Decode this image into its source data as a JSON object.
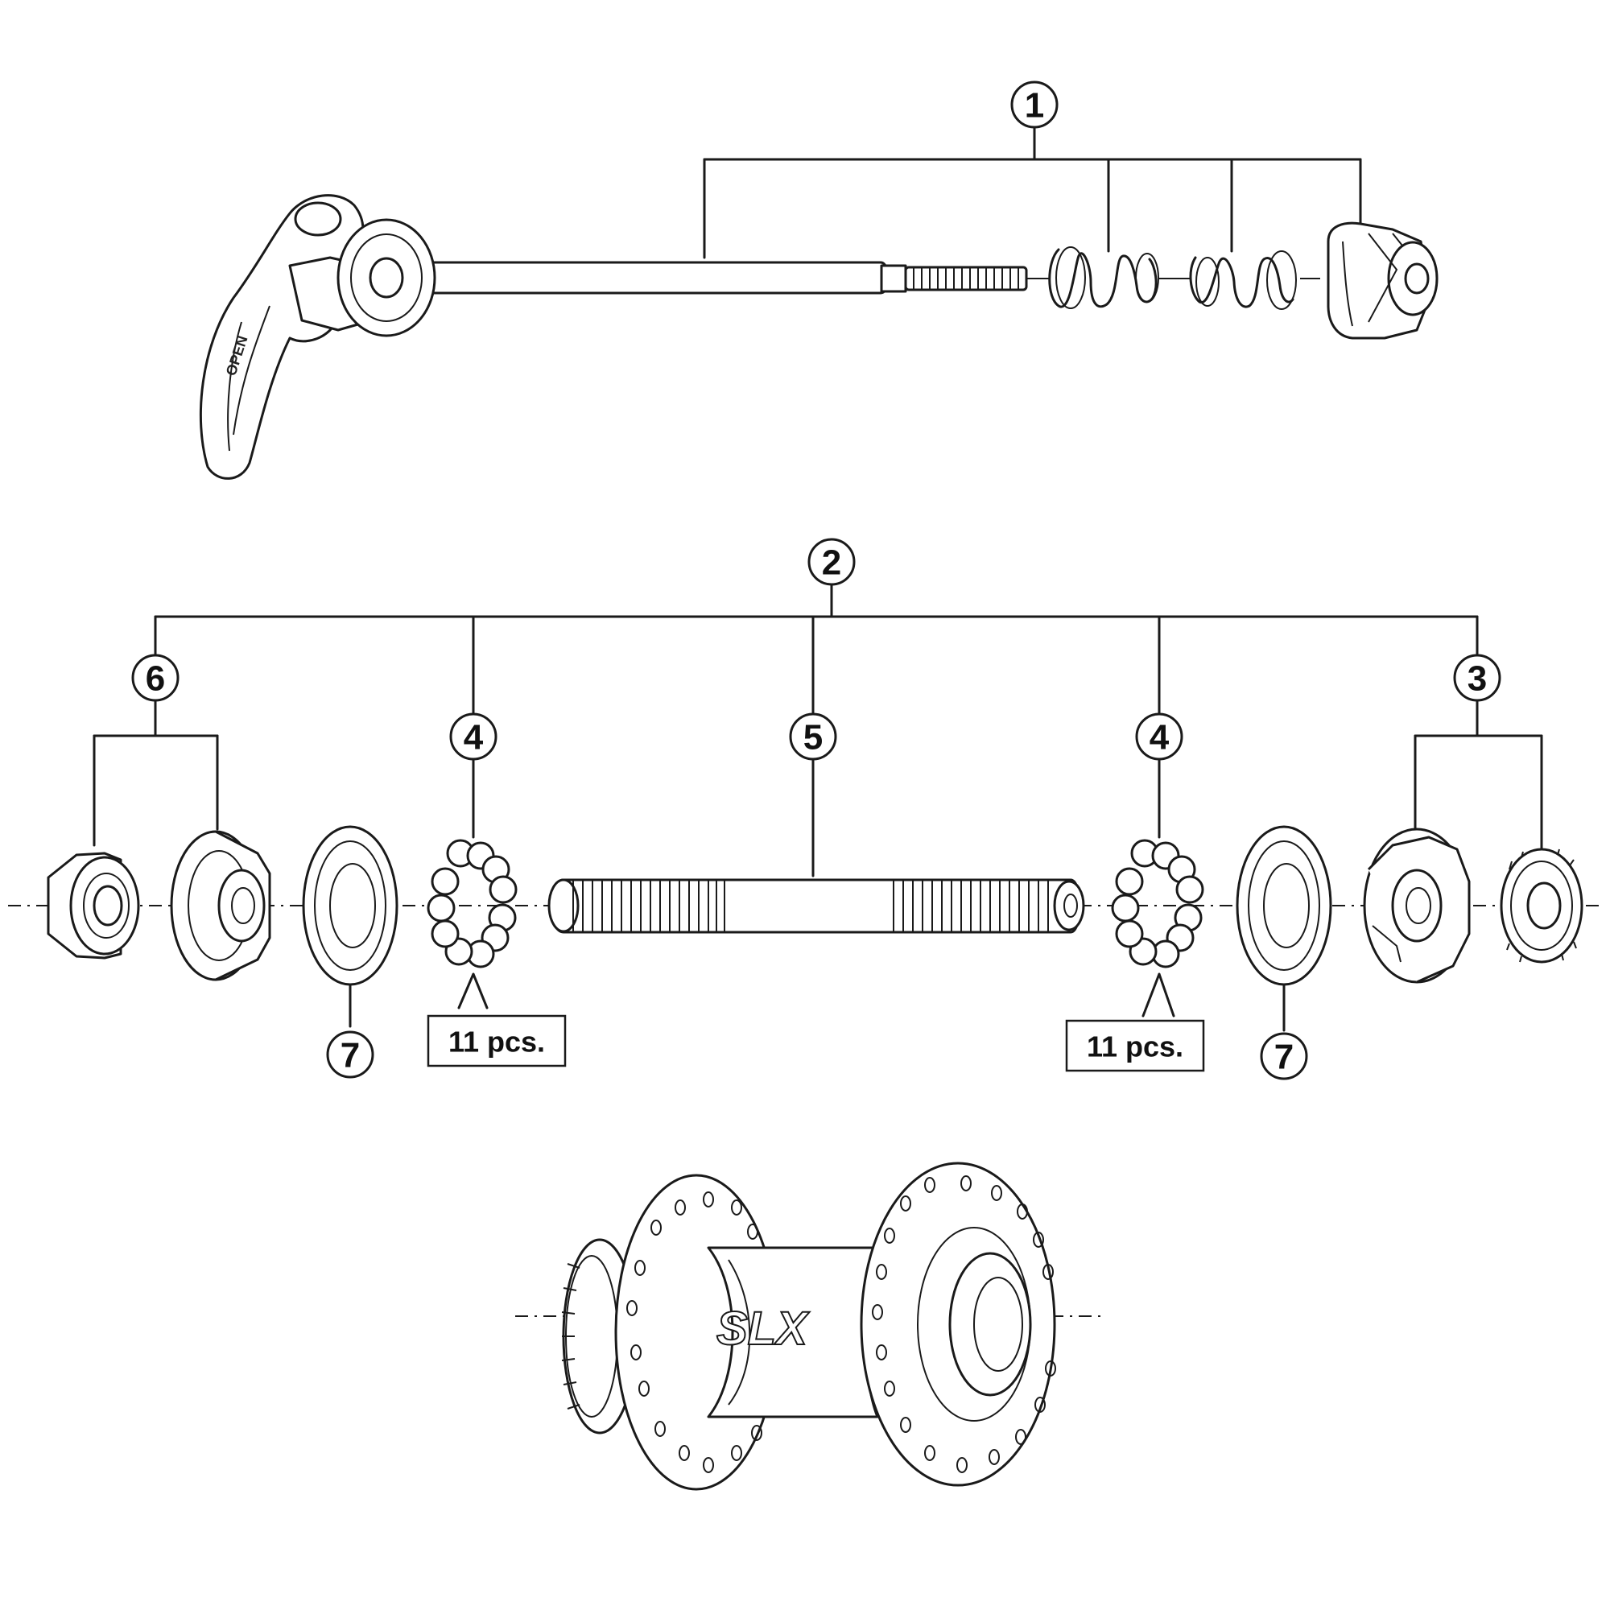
{
  "callouts": {
    "c1": "1",
    "c2": "2",
    "c3": "3",
    "c4_left": "4",
    "c4_right": "4",
    "c5": "5",
    "c6": "6",
    "c7_left": "7",
    "c7_right": "7"
  },
  "quantity_labels": {
    "left": "11 pcs.",
    "right": "11 pcs."
  },
  "lever_text": "OPEN",
  "hub_brand": "SLX"
}
